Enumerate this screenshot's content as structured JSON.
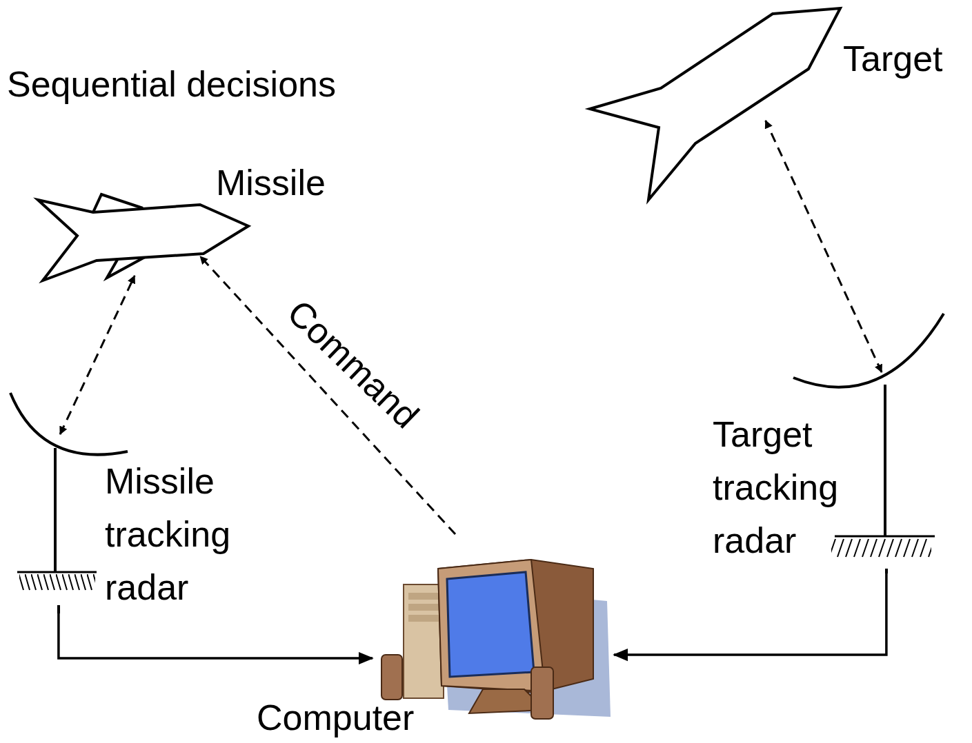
{
  "diagram": {
    "title": "Sequential decisions",
    "nodes": [
      {
        "text": [
          "Missile"
        ]
      },
      {
        "text": [
          "Target"
        ]
      },
      {
        "text": [
          "Missile tracking radar"
        ]
      },
      {
        "text": [
          "Target tracking radar"
        ]
      },
      {
        "text": [
          "Computer"
        ]
      }
    ],
    "edges": [
      {
        "from": 2,
        "to": 0,
        "arrow": "both"
      },
      {
        "from": 3,
        "to": 1,
        "arrow": "both"
      },
      {
        "from": 4,
        "to": 0,
        "label": "Command",
        "arrow": "to"
      },
      {
        "from": 2,
        "to": 4,
        "arrow": "to"
      },
      {
        "from": 3,
        "to": 4,
        "arrow": "to"
      }
    ]
  }
}
